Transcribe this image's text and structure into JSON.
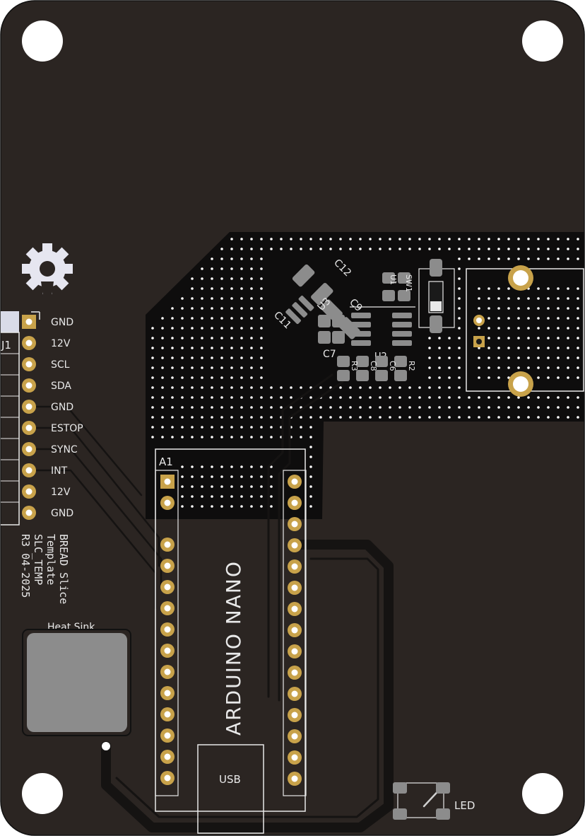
{
  "colors": {
    "board": "#2b2522",
    "copper_fill": "#0e0d0d",
    "trace": "#151312",
    "pad_gold": "#c8a24a",
    "pad_gray": "#8c8c8c",
    "silk": "#e8e8e8",
    "hole": "#ffffff"
  },
  "connector_j1": {
    "ref": "J1",
    "pins": [
      "GND",
      "12V",
      "SCL",
      "SDA",
      "GND",
      "ESTOP",
      "SYNC",
      "INT",
      "12V",
      "GND"
    ]
  },
  "board_text": {
    "lines": [
      "BREAD Slice",
      "Template",
      "SLC_TEMP",
      "R3 04-2025"
    ]
  },
  "arduino": {
    "ref": "A1",
    "label": "ARDUINO NANO",
    "usb_label": "USB"
  },
  "heat_sink": {
    "label": "Heat Sink"
  },
  "led": {
    "label": "LED"
  },
  "components": {
    "c12": "C12",
    "c11": "C11",
    "u3": "U3",
    "c9": "C9",
    "c7": "C7",
    "u2": "U2",
    "r3": "R3",
    "c8": "C8",
    "c6": "C6",
    "r2": "R2",
    "u1": "U1",
    "sw1": "SW1"
  }
}
